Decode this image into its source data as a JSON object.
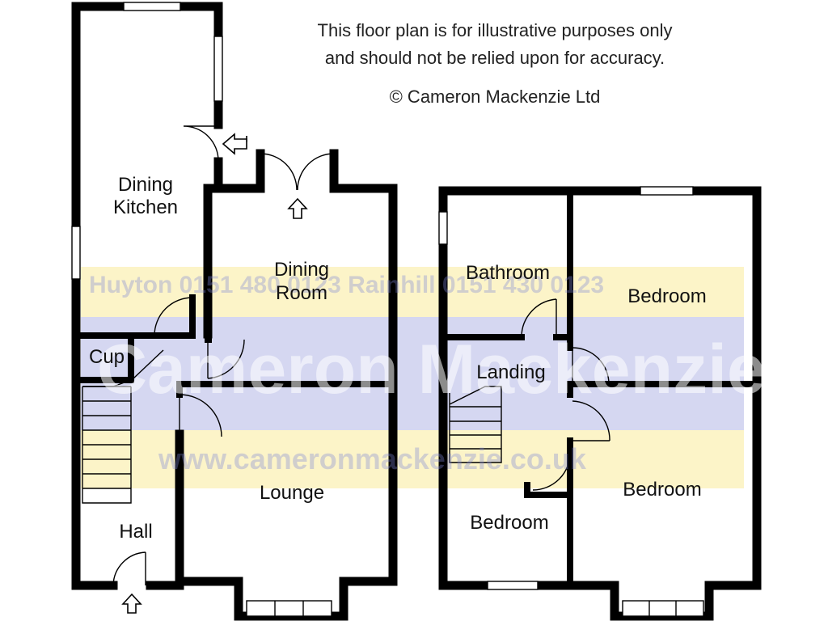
{
  "disclaimer": {
    "line1": "This floor plan is for illustrative purposes only",
    "line2": "and should not be relied upon for accuracy.",
    "copyright": "© Cameron Mackenzie Ltd"
  },
  "watermark": {
    "phones": "Huyton 0151 480 0123  Rainhill 0151 430 0123",
    "company": "Cameron Mackenzie",
    "website": "www.cameronmackenzie.co.uk",
    "colors": {
      "band_yellow": "#fbf0b5",
      "band_blue": "#c7c9ec"
    }
  },
  "ground_floor": {
    "dining_kitchen_line1": "Dining",
    "dining_kitchen_line2": "Kitchen",
    "dining_room_line1": "Dining",
    "dining_room_line2": "Room",
    "cupboard": "Cup",
    "hall": "Hall",
    "lounge": "Lounge"
  },
  "first_floor": {
    "bathroom": "Bathroom",
    "bedroom_rear": "Bedroom",
    "landing": "Landing",
    "bedroom_front_large": "Bedroom",
    "bedroom_front_small": "Bedroom"
  }
}
